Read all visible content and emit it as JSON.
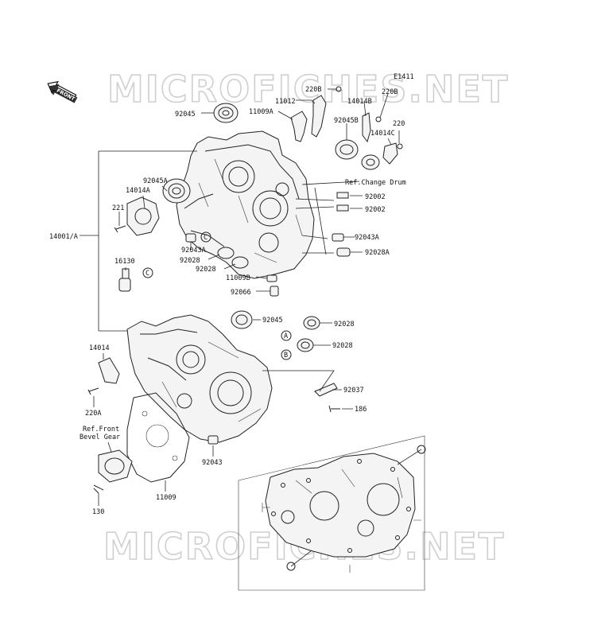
{
  "diagram": {
    "code": "E1411",
    "front_label": "FRONT",
    "watermark": "MICROFICHES.NET",
    "ref_change_drum": "Ref.Change Drum",
    "ref_front_bevel_line1": "Ref.Front",
    "ref_front_bevel_line2": "Bevel Gear",
    "callout_a": "A",
    "callout_b": "B",
    "callout_c": "C"
  },
  "parts": [
    {
      "id": "p-92045-top",
      "label": "92045"
    },
    {
      "id": "p-11012",
      "label": "11012"
    },
    {
      "id": "p-11009a",
      "label": "11009A"
    },
    {
      "id": "p-220b-1",
      "label": "220B"
    },
    {
      "id": "p-14014b",
      "label": "14014B"
    },
    {
      "id": "p-220b-2",
      "label": "220B"
    },
    {
      "id": "p-92045b",
      "label": "92045B"
    },
    {
      "id": "p-220",
      "label": "220"
    },
    {
      "id": "p-14014c",
      "label": "14014C"
    },
    {
      "id": "p-92045a",
      "label": "92045A"
    },
    {
      "id": "p-14014a",
      "label": "14014A"
    },
    {
      "id": "p-221",
      "label": "221"
    },
    {
      "id": "p-14001a",
      "label": "14001/A"
    },
    {
      "id": "p-92002-1",
      "label": "92002"
    },
    {
      "id": "p-92002-2",
      "label": "92002"
    },
    {
      "id": "p-92043a-1",
      "label": "92043A"
    },
    {
      "id": "p-92043a-2",
      "label": "92043A"
    },
    {
      "id": "p-92028a",
      "label": "92028A"
    },
    {
      "id": "p-16130",
      "label": "16130"
    },
    {
      "id": "p-92028-1",
      "label": "92028"
    },
    {
      "id": "p-92028-2",
      "label": "92028"
    },
    {
      "id": "p-11009b",
      "label": "11009B"
    },
    {
      "id": "p-92066",
      "label": "92066"
    },
    {
      "id": "p-92045-mid",
      "label": "92045"
    },
    {
      "id": "p-92028-3",
      "label": "92028"
    },
    {
      "id": "p-92028-4",
      "label": "92028"
    },
    {
      "id": "p-14014",
      "label": "14014"
    },
    {
      "id": "p-92037",
      "label": "92037"
    },
    {
      "id": "p-220a",
      "label": "220A"
    },
    {
      "id": "p-186",
      "label": "186"
    },
    {
      "id": "p-92043",
      "label": "92043"
    },
    {
      "id": "p-11009",
      "label": "11009"
    },
    {
      "id": "p-130",
      "label": "130"
    }
  ]
}
